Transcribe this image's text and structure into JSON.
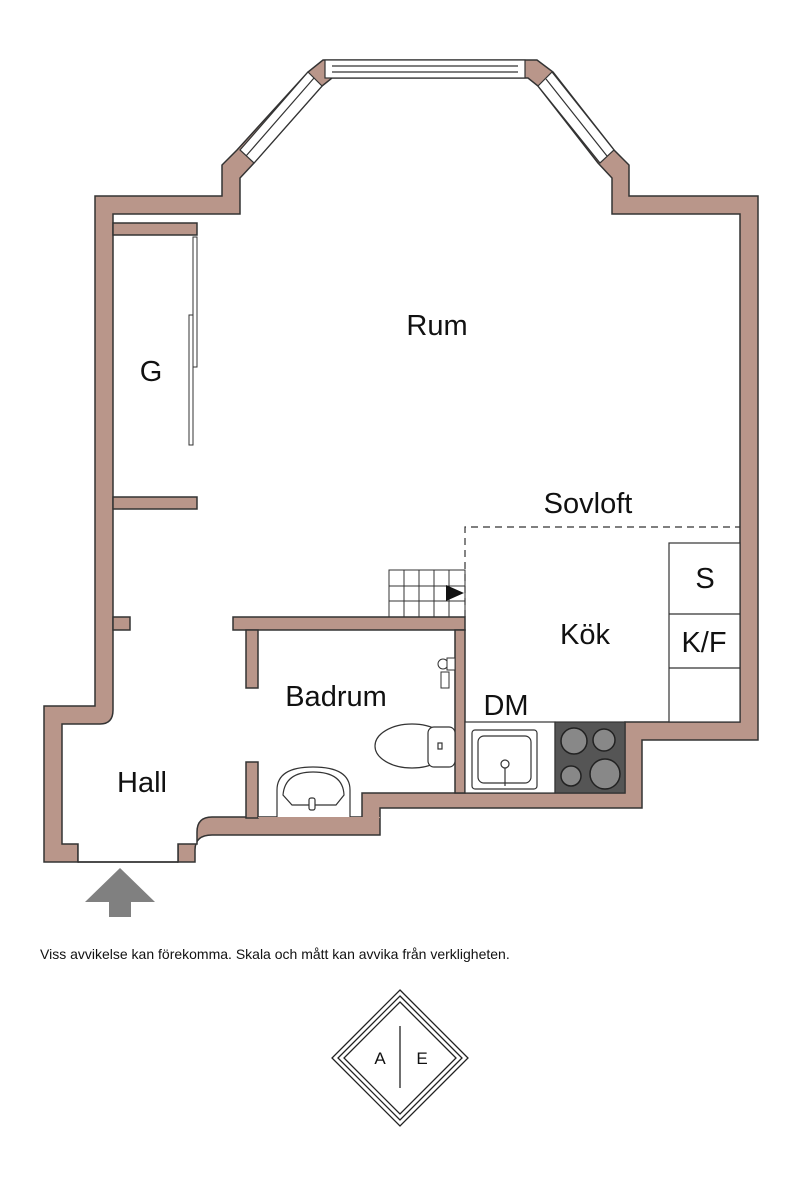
{
  "rooms": {
    "rum": "Rum",
    "g": "G",
    "sovloft": "Sovloft",
    "s": "S",
    "kok": "Kök",
    "kf": "K/F",
    "dm": "DM",
    "badrum": "Badrum",
    "hall": "Hall"
  },
  "disclaimer": "Viss avvikelse kan förekomma. Skala och mått kan avvika från verkligheten.",
  "logo": {
    "left": "A",
    "right": "E"
  },
  "colors": {
    "wall": "#b9968a",
    "entrance_arrow": "#808080",
    "stove": "#555555"
  }
}
